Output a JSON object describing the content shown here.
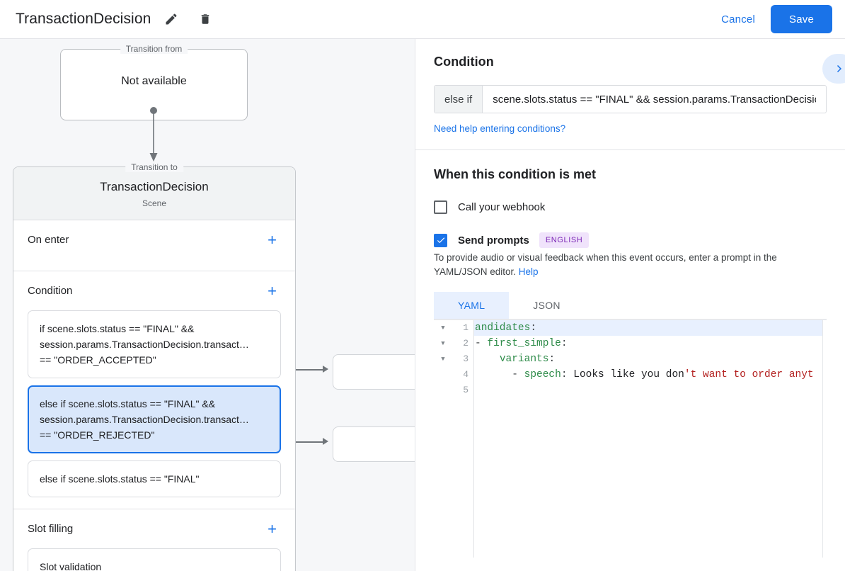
{
  "topbar": {
    "title": "TransactionDecision",
    "edit_icon": "pencil-icon",
    "delete_icon": "trash-icon",
    "cancel_label": "Cancel",
    "save_label": "Save",
    "accent_color": "#1a73e8"
  },
  "canvas": {
    "from": {
      "legend": "Transition from",
      "value": "Not available"
    },
    "to": {
      "legend": "Transition to",
      "name": "TransactionDecision",
      "subtitle": "Scene"
    },
    "sections": [
      {
        "title": "On enter",
        "add_label": "+",
        "items": []
      },
      {
        "title": "Condition",
        "add_label": "+",
        "items": [
          {
            "selected": false,
            "lines": [
              "if scene.slots.status == \"FINAL\" &&",
              "session.params.TransactionDecision.transact…",
              "== \"ORDER_ACCEPTED\""
            ]
          },
          {
            "selected": true,
            "lines": [
              "else if scene.slots.status == \"FINAL\" &&",
              "session.params.TransactionDecision.transact…",
              "== \"ORDER_REJECTED\""
            ]
          },
          {
            "selected": false,
            "lines": [
              "else if scene.slots.status == \"FINAL\""
            ]
          }
        ]
      },
      {
        "title": "Slot filling",
        "add_label": "+",
        "items": [
          {
            "selected": false,
            "lines": [
              "Slot validation"
            ]
          }
        ]
      }
    ]
  },
  "panel": {
    "condition": {
      "heading": "Condition",
      "expand_icon": "chevron-right-icon",
      "prefix": "else if",
      "value": "scene.slots.status == \"FINAL\" && session.params.TransactionDecision.",
      "help_link": "Need help entering conditions?"
    },
    "when_met": {
      "heading": "When this condition is met",
      "webhook": {
        "label": "Call your webhook",
        "checked": false
      },
      "prompts": {
        "label": "Send prompts",
        "checked": true,
        "badge": "ENGLISH"
      },
      "hint_text": "To provide audio or visual feedback when this event occurs, enter a prompt in the YAML/JSON editor. ",
      "hint_link": "Help",
      "tabs": [
        {
          "label": "YAML",
          "active": true
        },
        {
          "label": "JSON",
          "active": false
        }
      ]
    },
    "editor": {
      "lines": [
        {
          "num": "1",
          "fold": true,
          "highlight": true,
          "tokens": [
            {
              "c": "k",
              "t": "andidates"
            },
            {
              "c": "p",
              "t": ":"
            }
          ]
        },
        {
          "num": "2",
          "fold": true,
          "highlight": false,
          "tokens": [
            {
              "c": "p",
              "t": "- "
            },
            {
              "c": "k",
              "t": "first_simple"
            },
            {
              "c": "p",
              "t": ":"
            }
          ]
        },
        {
          "num": "3",
          "fold": true,
          "highlight": false,
          "tokens": [
            {
              "c": "p",
              "t": "    "
            },
            {
              "c": "k",
              "t": "variants"
            },
            {
              "c": "p",
              "t": ":"
            }
          ]
        },
        {
          "num": "4",
          "fold": false,
          "highlight": false,
          "tokens": [
            {
              "c": "p",
              "t": "      - "
            },
            {
              "c": "k",
              "t": "speech"
            },
            {
              "c": "p",
              "t": ": "
            },
            {
              "c": "t",
              "t": "Looks like you don"
            },
            {
              "c": "s",
              "t": "'t want to order anyt"
            }
          ]
        },
        {
          "num": "5",
          "fold": false,
          "highlight": false,
          "tokens": []
        }
      ]
    }
  }
}
